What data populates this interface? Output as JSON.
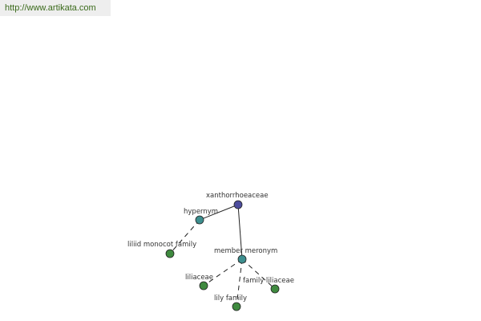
{
  "header": {
    "url": "http://www.artikata.com"
  },
  "colors": {
    "root": "#4d4d9e",
    "relation": "#3d8f8f",
    "leaf": "#3f8a3f",
    "edge": "#222222"
  },
  "graph": {
    "nodes": {
      "root": "xanthorrhoeaceae",
      "hypernym": "hypernym",
      "member_meronym": "member meronym",
      "liliid": "liliid monocot family",
      "liliaceae": "liliaceae",
      "family_liliaceae": "family liliaceae",
      "lily_family": "lily family"
    }
  }
}
